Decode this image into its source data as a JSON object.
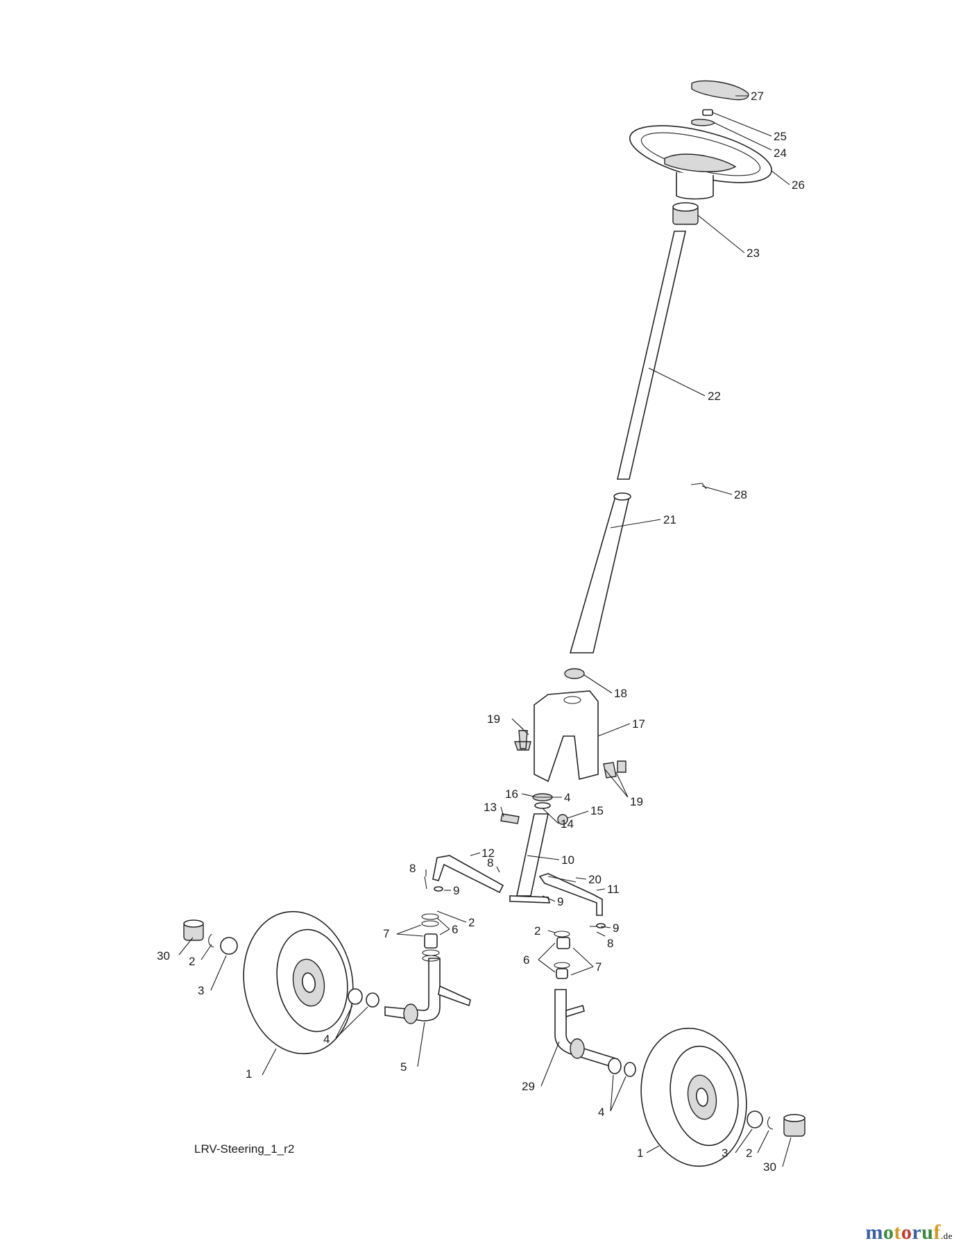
{
  "diagram": {
    "caption": "LRV-Steering_1_r2",
    "watermark": {
      "letters": [
        {
          "char": "m",
          "color": "#3a5fa8"
        },
        {
          "char": "o",
          "color": "#3a8a3a"
        },
        {
          "char": "t",
          "color": "#d89a1e"
        },
        {
          "char": "o",
          "color": "#c0392b"
        },
        {
          "char": "r",
          "color": "#3a5fa8"
        },
        {
          "char": "u",
          "color": "#3a8a3a"
        },
        {
          "char": "f",
          "color": "#d89a1e"
        }
      ],
      "suffix": ".de"
    },
    "callouts": [
      {
        "id": "c27",
        "label": "27"
      },
      {
        "id": "c25",
        "label": "25"
      },
      {
        "id": "c24",
        "label": "24"
      },
      {
        "id": "c26",
        "label": "26"
      },
      {
        "id": "c23",
        "label": "23"
      },
      {
        "id": "c22",
        "label": "22"
      },
      {
        "id": "c28",
        "label": "28"
      },
      {
        "id": "c21",
        "label": "21"
      },
      {
        "id": "c18",
        "label": "18"
      },
      {
        "id": "c17",
        "label": "17"
      },
      {
        "id": "c19a",
        "label": "19"
      },
      {
        "id": "c19b",
        "label": "19"
      },
      {
        "id": "c16",
        "label": "16"
      },
      {
        "id": "c4a",
        "label": "4"
      },
      {
        "id": "c13",
        "label": "13"
      },
      {
        "id": "c15",
        "label": "15"
      },
      {
        "id": "c14",
        "label": "14"
      },
      {
        "id": "c12",
        "label": "12"
      },
      {
        "id": "c10",
        "label": "10"
      },
      {
        "id": "c8a",
        "label": "8"
      },
      {
        "id": "c8b",
        "label": "8"
      },
      {
        "id": "c20",
        "label": "20"
      },
      {
        "id": "c11",
        "label": "11"
      },
      {
        "id": "c9a",
        "label": "9"
      },
      {
        "id": "c9b",
        "label": "9"
      },
      {
        "id": "c2a",
        "label": "2"
      },
      {
        "id": "c7a",
        "label": "7"
      },
      {
        "id": "c6a",
        "label": "6"
      },
      {
        "id": "c2b",
        "label": "2"
      },
      {
        "id": "c9c",
        "label": "9"
      },
      {
        "id": "c8c",
        "label": "8"
      },
      {
        "id": "c6b",
        "label": "6"
      },
      {
        "id": "c7b",
        "label": "7"
      },
      {
        "id": "c30a",
        "label": "30"
      },
      {
        "id": "c2c",
        "label": "2"
      },
      {
        "id": "c3a",
        "label": "3"
      },
      {
        "id": "c4b",
        "label": "4"
      },
      {
        "id": "c1a",
        "label": "1"
      },
      {
        "id": "c5",
        "label": "5"
      },
      {
        "id": "c29",
        "label": "29"
      },
      {
        "id": "c4c",
        "label": "4"
      },
      {
        "id": "c1b",
        "label": "1"
      },
      {
        "id": "c3b",
        "label": "3"
      },
      {
        "id": "c2d",
        "label": "2"
      },
      {
        "id": "c30b",
        "label": "30"
      }
    ]
  }
}
